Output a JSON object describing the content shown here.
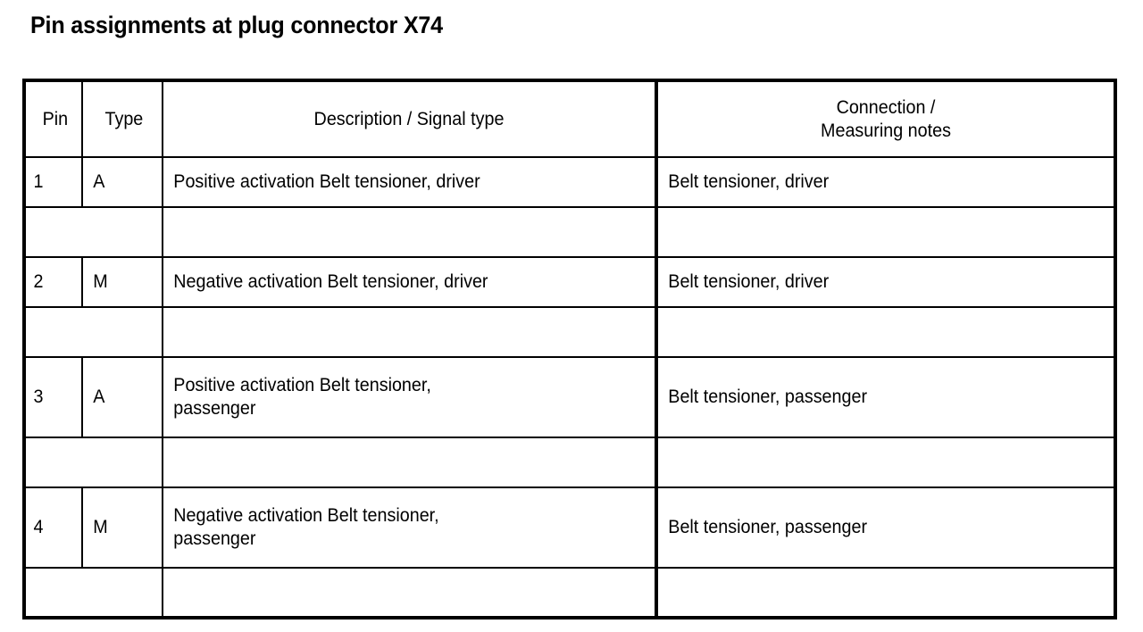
{
  "page": {
    "title": "Pin assignments at plug connector X74",
    "background_color": "#ffffff",
    "text_color": "#000000",
    "border_color": "#000000"
  },
  "table": {
    "headers": {
      "pin": "Pin",
      "type": "Type",
      "description": "Description / Signal type",
      "connection_line1": "Connection /",
      "connection_line2": "Measuring notes"
    },
    "rows": [
      {
        "pin": "1",
        "type": "A",
        "description": "Positive activation Belt tensioner, driver",
        "connection": "Belt tensioner, driver"
      },
      {
        "pin": "2",
        "type": "M",
        "description": "Negative activation Belt tensioner, driver",
        "connection": "Belt tensioner, driver"
      },
      {
        "pin": "3",
        "type": "A",
        "description": "Positive activation Belt tensioner,\npassenger",
        "connection": "Belt tensioner, passenger"
      },
      {
        "pin": "4",
        "type": "M",
        "description": "Negative activation Belt tensioner,\npassenger",
        "connection": "Belt tensioner, passenger"
      }
    ],
    "spacer_rows": [
      {
        "pin_type": "",
        "description": "",
        "connection": ""
      },
      {
        "pin_type": "",
        "description": "",
        "connection": ""
      },
      {
        "pin_type": "",
        "description": "",
        "connection": ""
      },
      {
        "pin_type": "",
        "description": "",
        "connection": ""
      },
      {
        "pin_type": "",
        "description": "",
        "connection": ""
      }
    ]
  }
}
